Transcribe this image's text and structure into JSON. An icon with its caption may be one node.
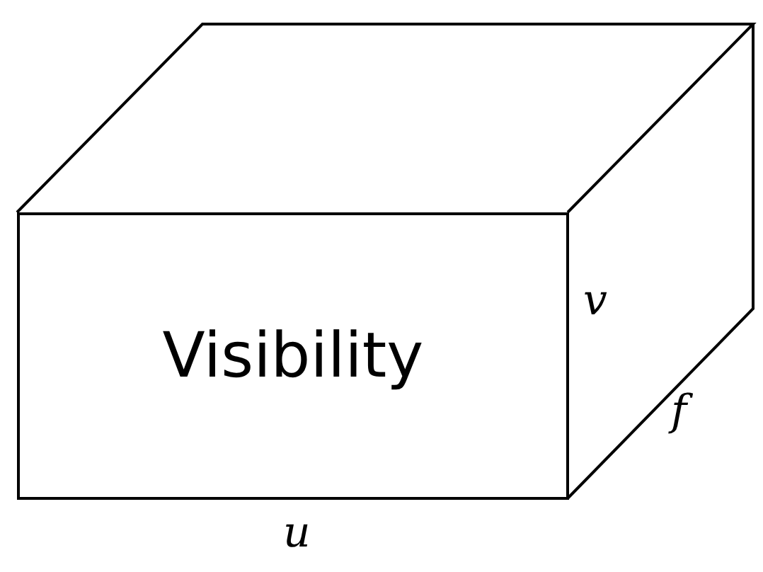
{
  "diagram": {
    "nodes": [
      {
        "text": [
          "Visibility"
        ]
      }
    ],
    "labels": [
      "v",
      "f",
      "u"
    ]
  }
}
